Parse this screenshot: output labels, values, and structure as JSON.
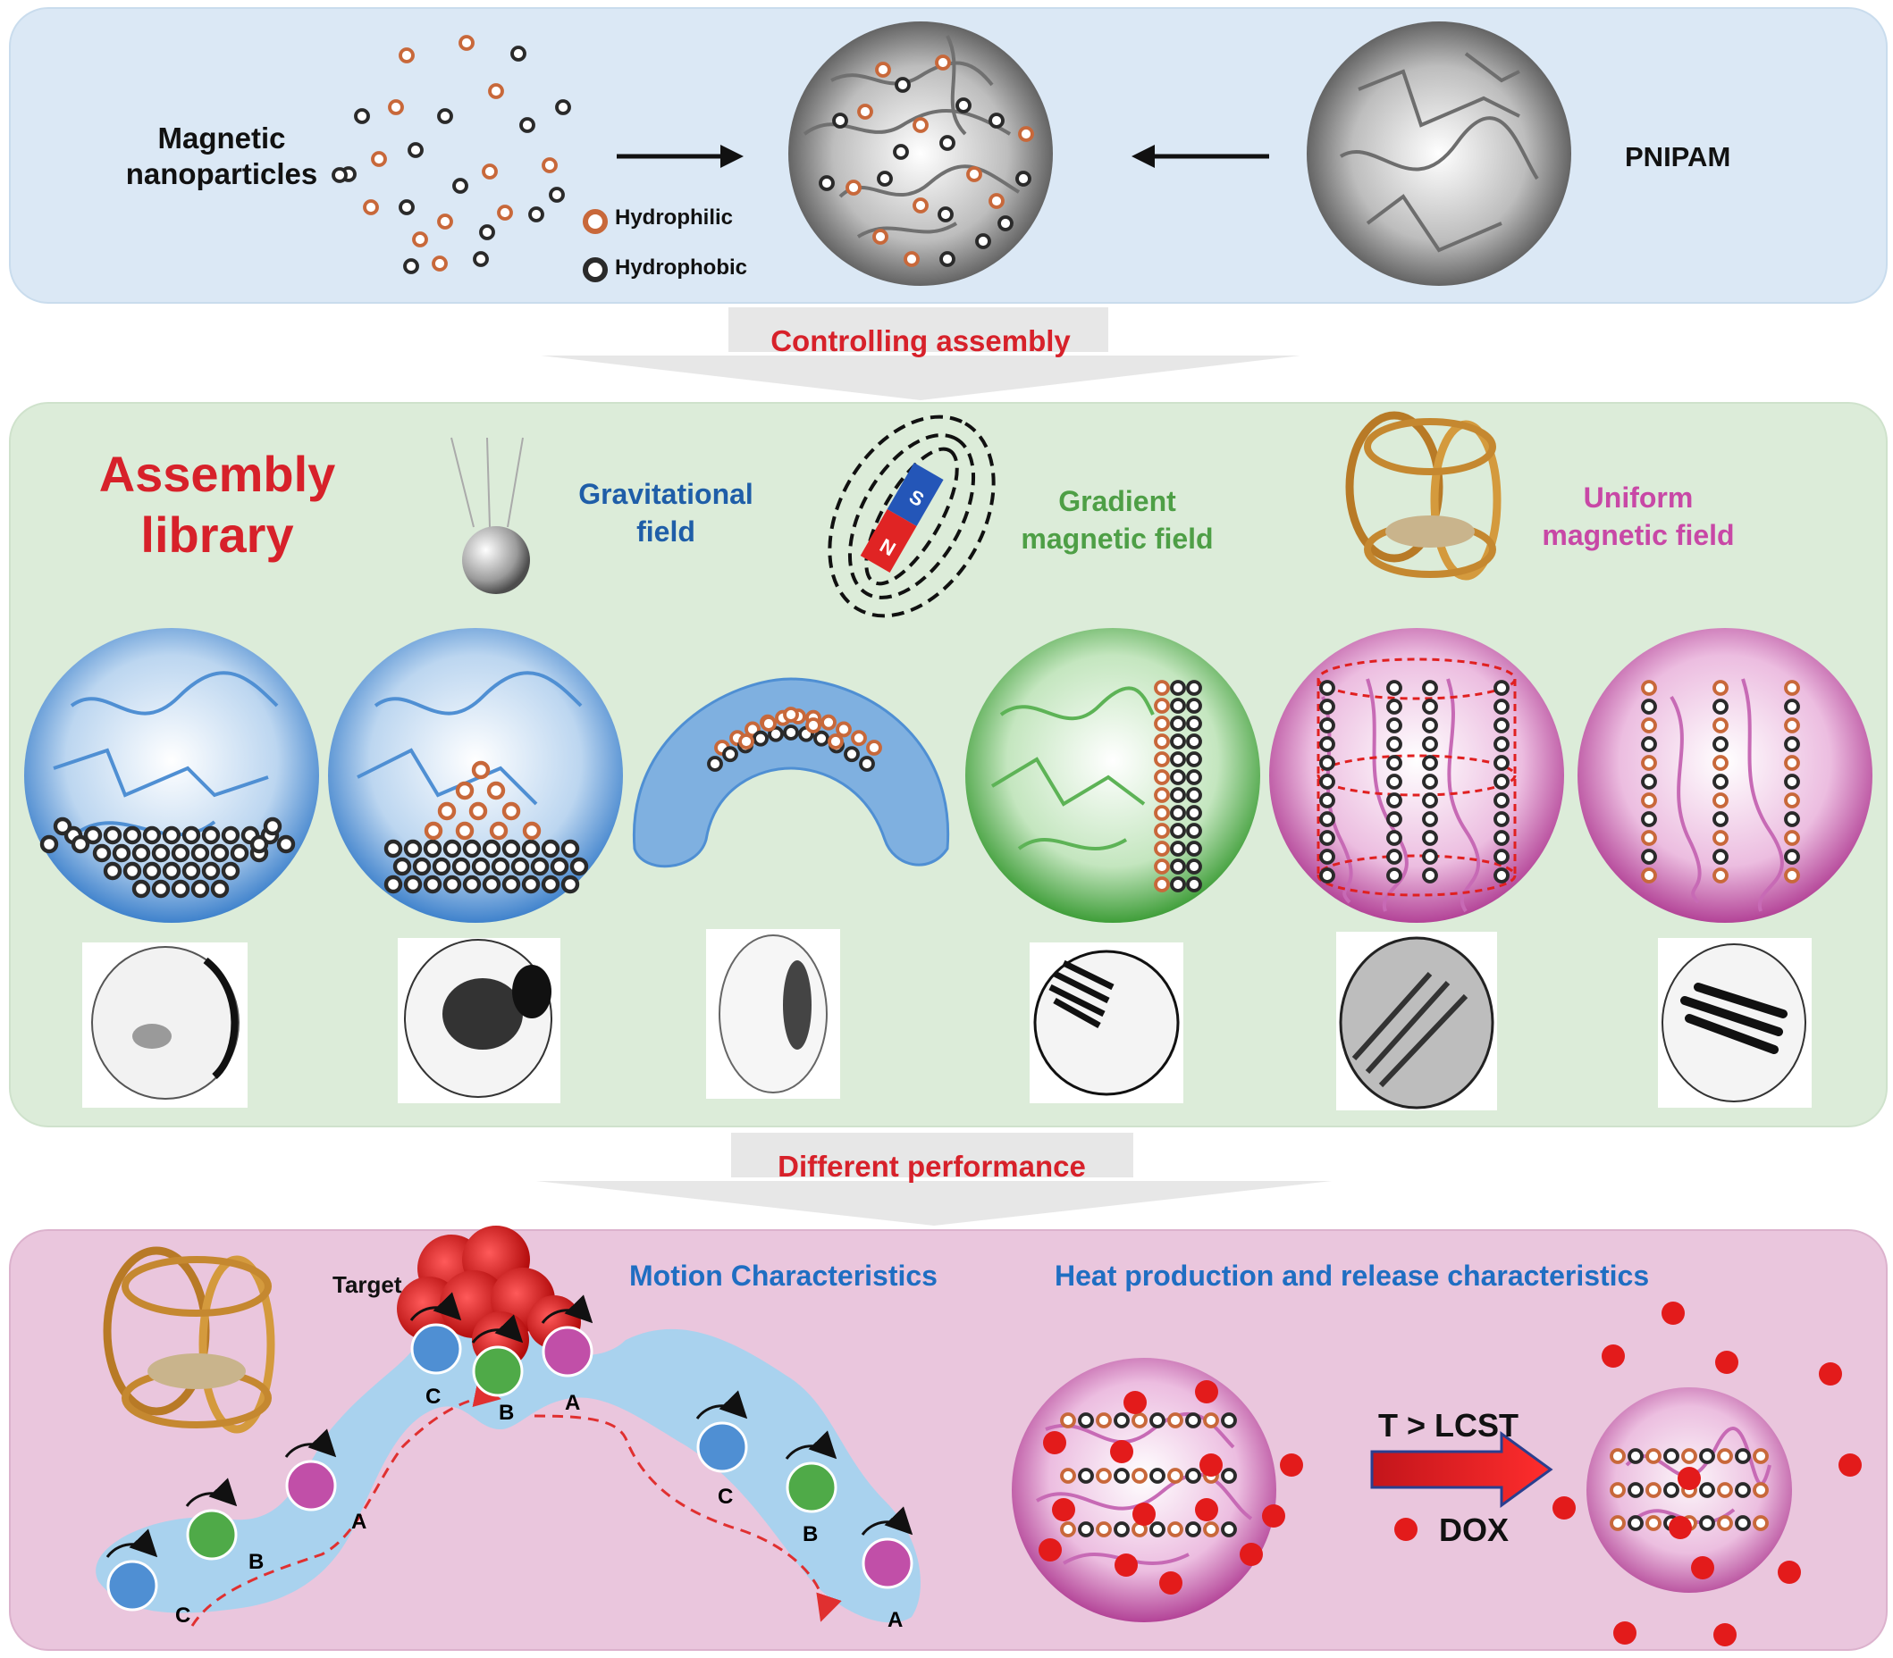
{
  "top": {
    "nanoparticles_label": "Magnetic\nnanoparticles",
    "hydrophilic": "Hydrophilic",
    "hydrophobic": "Hydrophobic",
    "pnipam": "PNIPAM"
  },
  "arrow1": "Controlling assembly",
  "library": {
    "title": "Assembly\nlibrary",
    "gravitational": "Gravitational\nfield",
    "gradient": "Gradient\nmagnetic field",
    "uniform": "Uniform\nmagnetic field",
    "magnet_s": "S",
    "magnet_n": "N"
  },
  "arrow2": "Different performance",
  "bottom": {
    "target": "Target",
    "motion": "Motion Characteristics",
    "heat": "Heat production and release characteristics",
    "lcst": "T > LCST",
    "dox": "DOX",
    "letters": [
      "C",
      "B",
      "A",
      "C",
      "B",
      "A",
      "C",
      "B",
      "A"
    ]
  },
  "colors": {
    "hydrophilic": "#c8683a",
    "hydrophobic": "#2a2a2a",
    "red_title": "#d7212a",
    "blue_label": "#1f5ea8",
    "green_label": "#4e9f46",
    "pink_label": "#c848a6",
    "blue_sphere": "#4f8fd3",
    "green_sphere": "#4faa48",
    "pink_sphere": "#c14fa8"
  }
}
